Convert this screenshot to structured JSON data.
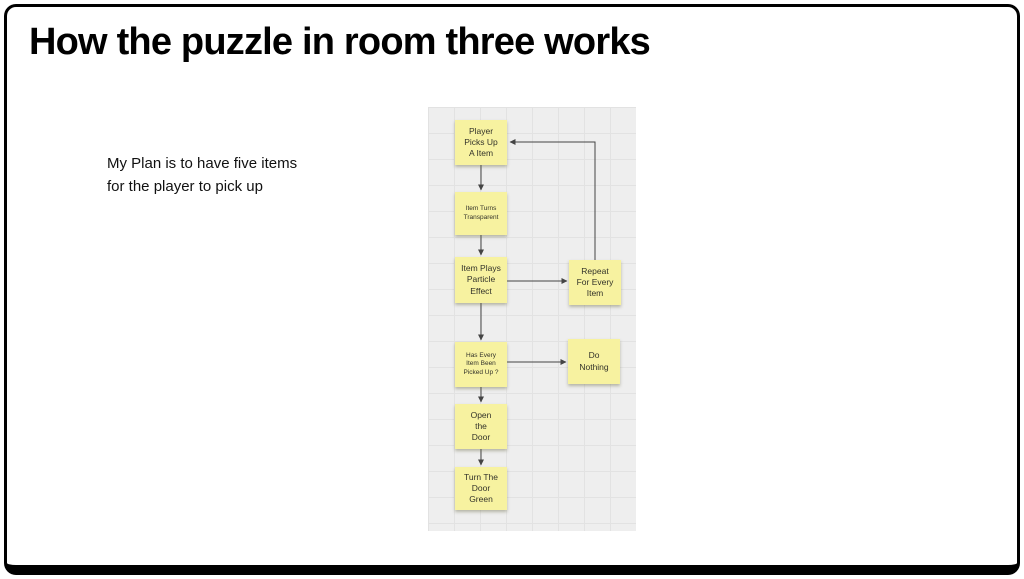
{
  "slide": {
    "title": "How the puzzle in room three works",
    "plan_text": "My Plan is to have five items for the player to pick up"
  },
  "flowchart": {
    "nodes": [
      {
        "id": "player-picks-up",
        "label": "Player\nPicks Up\nA Item"
      },
      {
        "id": "item-turns-transparent",
        "label": "Item Turns\nTransparent"
      },
      {
        "id": "item-plays-particle",
        "label": "Item Plays\nParticle\nEffect"
      },
      {
        "id": "repeat-for-every-item",
        "label": "Repeat\nFor Every\nItem"
      },
      {
        "id": "has-every-item",
        "label": "Has Every\nItem Been\nPicked Up ?"
      },
      {
        "id": "do-nothing",
        "label": "Do\nNothing"
      },
      {
        "id": "open-the-door",
        "label": "Open\nthe\nDoor"
      },
      {
        "id": "turn-door-green",
        "label": "Turn The\nDoor\nGreen"
      }
    ],
    "edges": [
      {
        "from": "player-picks-up",
        "to": "item-turns-transparent"
      },
      {
        "from": "item-turns-transparent",
        "to": "item-plays-particle"
      },
      {
        "from": "item-plays-particle",
        "to": "repeat-for-every-item"
      },
      {
        "from": "repeat-for-every-item",
        "to": "player-picks-up"
      },
      {
        "from": "item-plays-particle",
        "to": "has-every-item"
      },
      {
        "from": "has-every-item",
        "to": "do-nothing"
      },
      {
        "from": "has-every-item",
        "to": "open-the-door"
      },
      {
        "from": "open-the-door",
        "to": "turn-door-green"
      }
    ]
  },
  "colors": {
    "note_fill": "#f7f2a0",
    "canvas_bg": "#eeeeee",
    "arrow": "#444444",
    "slide_border": "#000000"
  }
}
